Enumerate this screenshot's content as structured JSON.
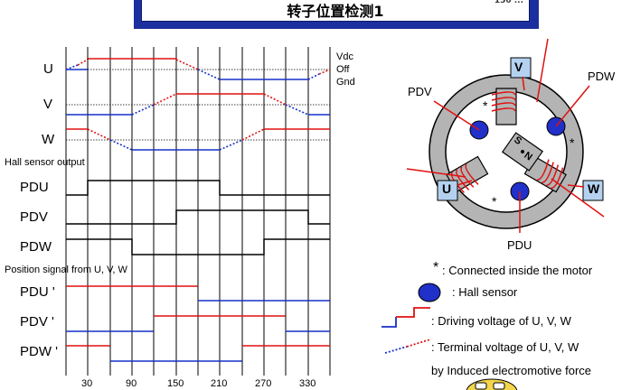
{
  "title": "转子位置检测1",
  "title_overflow": "150 ...",
  "levels": {
    "vdc": "Vdc",
    "off": "Off",
    "gnd": "Gnd"
  },
  "sections": {
    "hall": "Hall sensor output",
    "position": "Position signal from U, V, W"
  },
  "signals": {
    "u": "U",
    "v": "V",
    "w": "W",
    "pdu": "PDU",
    "pdv": "PDV",
    "pdw": "PDW",
    "pdu_p": "PDU '",
    "pdv_p": "PDV '",
    "pdw_p": "PDW '"
  },
  "axis_ticks": [
    "30",
    "90",
    "150",
    "210",
    "270",
    "330"
  ],
  "motor": {
    "u": "U",
    "v": "V",
    "w": "W",
    "rotor_s": "S",
    "rotor_n": "N",
    "pdu": "PDU",
    "pdv": "PDV",
    "pdw": "PDW",
    "star": "*"
  },
  "legend": {
    "star": "*",
    "star_text": ": Connected inside the motor",
    "hall_text": ": Hall sensor",
    "driving_text": ": Driving voltage of U, V, W",
    "terminal_text": ": Terminal voltage of U, V, W",
    "terminal_text2": "by Induced electromotive force"
  },
  "colors": {
    "drive_high": "#e01010",
    "drive_low": "#1530c8",
    "title_frame": "#1c2f9e",
    "stator": "#b4b4b4"
  }
}
